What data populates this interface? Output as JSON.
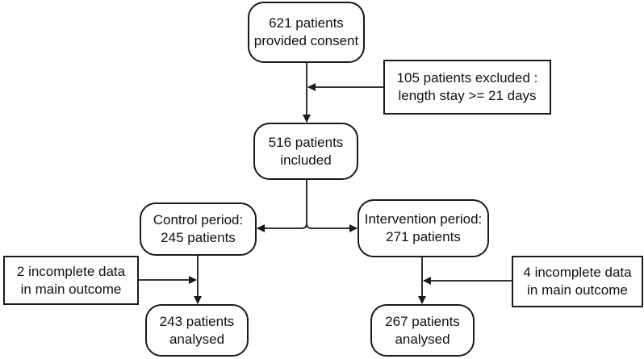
{
  "flowchart": {
    "consent": {
      "line1": "621 patients",
      "line2": "provided consent"
    },
    "excluded": {
      "line1": "105 patients excluded :",
      "line2": "length stay >= 21 days"
    },
    "included": {
      "line1": "516 patients",
      "line2": "included"
    },
    "control": {
      "line1": "Control period:",
      "line2": "245 patients"
    },
    "intervention": {
      "line1": "Intervention period:",
      "line2": "271 patients"
    },
    "incomplete_left": {
      "line1": "2 incomplete data",
      "line2": "in main outcome"
    },
    "incomplete_right": {
      "line1": "4 incomplete data",
      "line2": "in main outcome"
    },
    "analysed_left": {
      "line1": "243 patients",
      "line2": "analysed"
    },
    "analysed_right": {
      "line1": "267 patients",
      "line2": "analysed"
    }
  },
  "colors": {
    "stroke": "#1a1a1a",
    "text": "#111111",
    "background": "#ffffff"
  }
}
